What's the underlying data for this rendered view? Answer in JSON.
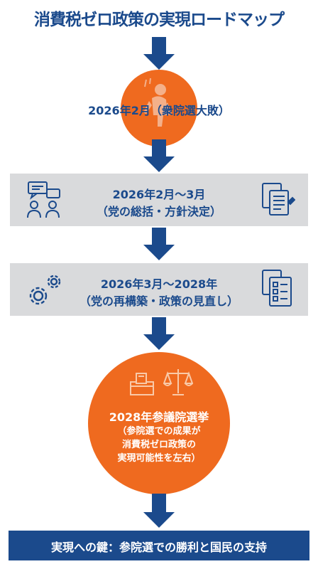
{
  "title": "消費税ゼロ政策の実現ロードマップ",
  "steps": [
    {
      "label": "2026年2月（衆院選大敗）"
    },
    {
      "line1": "2026年2月〜3月",
      "line2": "（党の総括・方針決定）"
    },
    {
      "line1": "2026年3月〜2028年",
      "line2": "（党の再構築・政策の見直し）"
    },
    {
      "line1": "2028年参議院選挙",
      "lines": [
        "（参院選での成果が",
        "消費税ゼロ政策の",
        "実現可能性を左右）"
      ]
    }
  ],
  "footer": "実現への鍵：参院選での勝利と国民の支持",
  "icons": [
    "downcast-person-icon",
    "chat-people-icon",
    "documents-icon",
    "gears-icon",
    "checklist-document-icon",
    "ballot-box-icon",
    "scales-icon"
  ],
  "colors": {
    "navy": "#1b4a8c",
    "orange": "#ef6a1f",
    "band": "#d9dadc"
  }
}
